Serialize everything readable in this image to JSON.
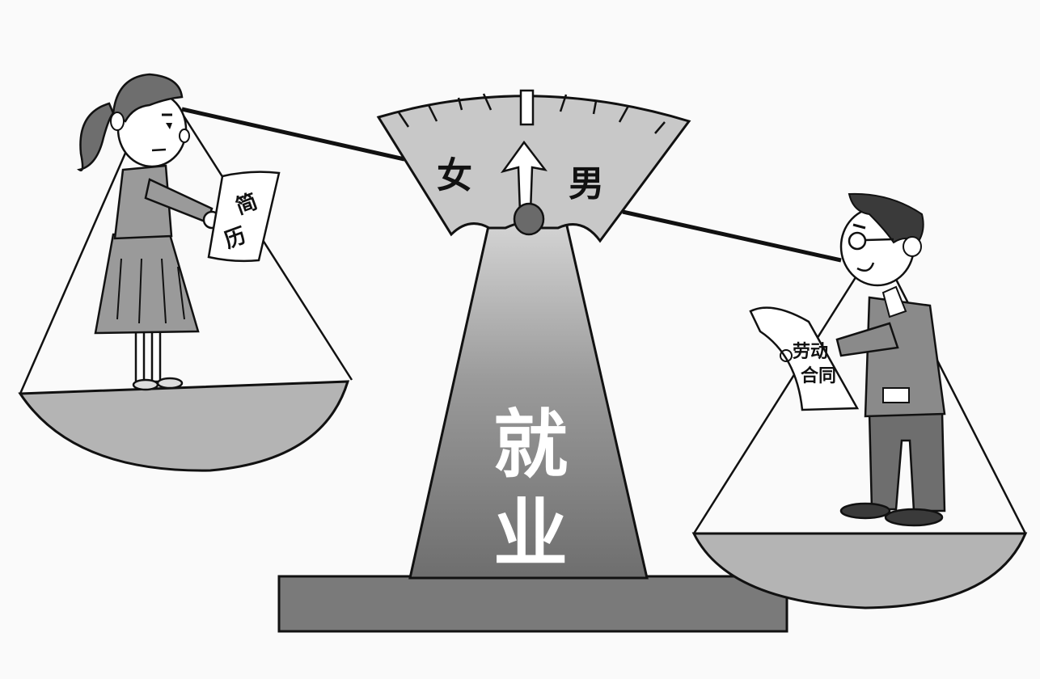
{
  "illustration": {
    "subject": "gender employment scale",
    "gauge": {
      "left_label": "女",
      "right_label": "男",
      "tick_count": 11
    },
    "pillar_label": [
      "就",
      "业"
    ],
    "woman": {
      "document_label": [
        "简",
        "历"
      ]
    },
    "man": {
      "document_label": [
        "劳动",
        "合同"
      ]
    },
    "colors": {
      "background": "#fafafa",
      "gauge_fill": "#c8c8c8",
      "pillar_top": "#d0d0d0",
      "pillar_bottom": "#6e6e6e",
      "base": "#7a7a7a",
      "pan": "#b4b4b4",
      "outline": "#111111"
    }
  }
}
